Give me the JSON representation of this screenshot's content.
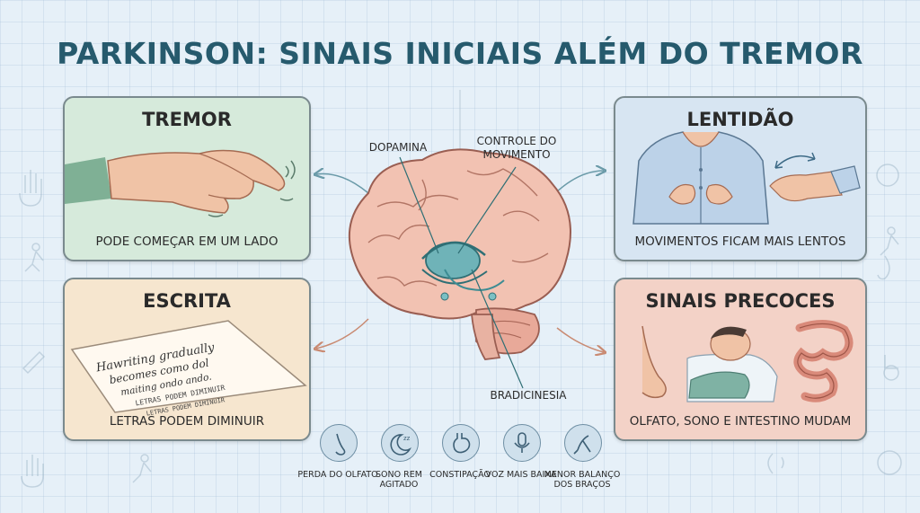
{
  "title": "PARKINSON: SINAIS INICIAIS ALÉM DO TREMOR",
  "panels": {
    "tremor": {
      "title": "TREMOR",
      "caption": "PODE COMEÇAR EM UM LADO",
      "bg": "#d6eadb"
    },
    "lentidao": {
      "title": "LENTIDÃO",
      "caption": "MOVIMENTOS FICAM MAIS LENTOS",
      "bg": "#d7e5f2"
    },
    "escrita": {
      "title": "ESCRITA",
      "caption": "LETRAS PODEM DIMINUIR",
      "bg": "#f6e6cf",
      "note_lines": [
        "Hawriting gradually",
        "becomes como dol",
        "maiting ondo ando.",
        "LETRAS PODEM DIMINUIR",
        "LETRAS PODEM DIMINUIR"
      ]
    },
    "precoces": {
      "title": "SINAIS PRECOCES",
      "caption": "OLFATO, SONO E INTESTINO MUDAM",
      "bg": "#f3d2c7"
    }
  },
  "brain_labels": {
    "dopamina": "DOPAMINA",
    "controle": "CONTROLE DO MOVIMENTO",
    "bradicinesia": "BRADICINESIA"
  },
  "bottom_icons": [
    {
      "label": "PERDA DO OLFATO",
      "icon": "nose-icon"
    },
    {
      "label": "SONO REM AGITADO",
      "icon": "sleep-moon-icon"
    },
    {
      "label": "CONSTIPAÇÃO",
      "icon": "stomach-icon"
    },
    {
      "label": "VOZ MAIS BAIXA",
      "icon": "microphone-icon"
    },
    {
      "label": "MENOR BALANÇO DOS BRAÇOS",
      "icon": "arm-swing-icon"
    }
  ],
  "colors": {
    "title": "#265a6d",
    "brain": "#f2c2b2",
    "brain_core": "#6fb3b8",
    "arrows": "#6a9aa8"
  }
}
